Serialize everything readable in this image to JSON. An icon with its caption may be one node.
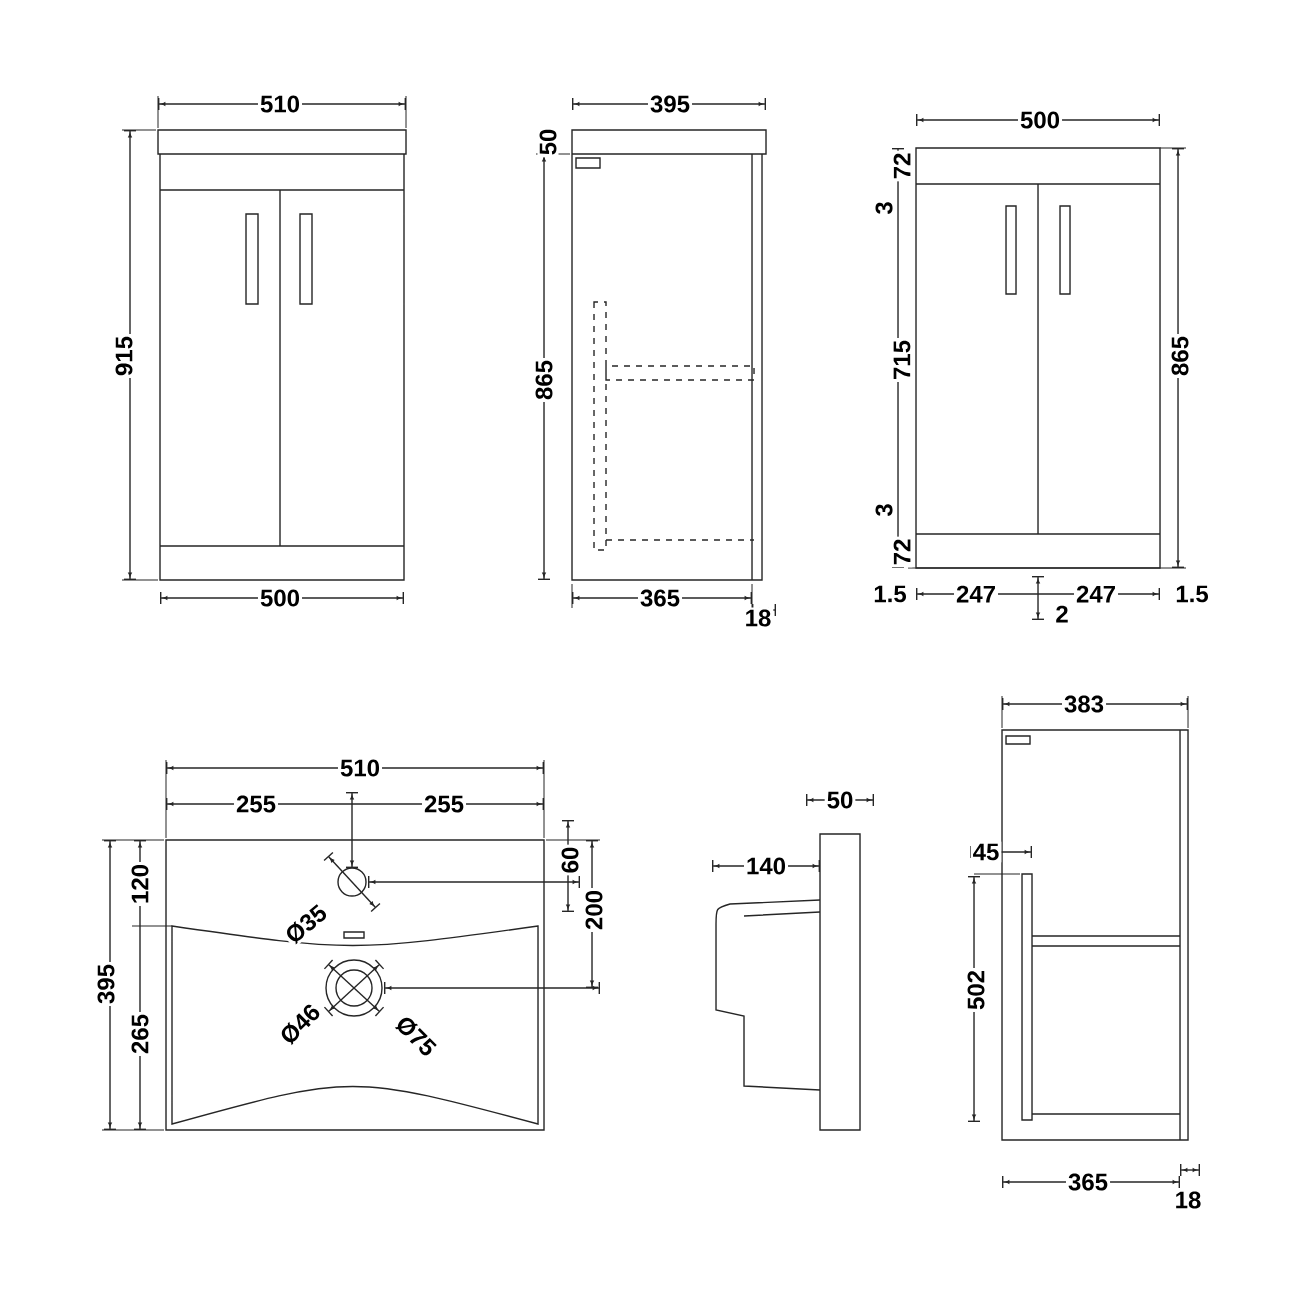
{
  "diagram": {
    "labels": [
      "510",
      "395",
      "500",
      "50",
      "915",
      "865",
      "72",
      "3",
      "715",
      "3",
      "72",
      "865",
      "500",
      "365",
      "18",
      "1.5",
      "247",
      "247",
      "1.5",
      "2",
      "383",
      "510",
      "255",
      "255",
      "50",
      "120",
      "60",
      "140",
      "45",
      "Ø35",
      "200",
      "395",
      "Ø46",
      "Ø75",
      "502",
      "265",
      "365",
      "18"
    ]
  }
}
